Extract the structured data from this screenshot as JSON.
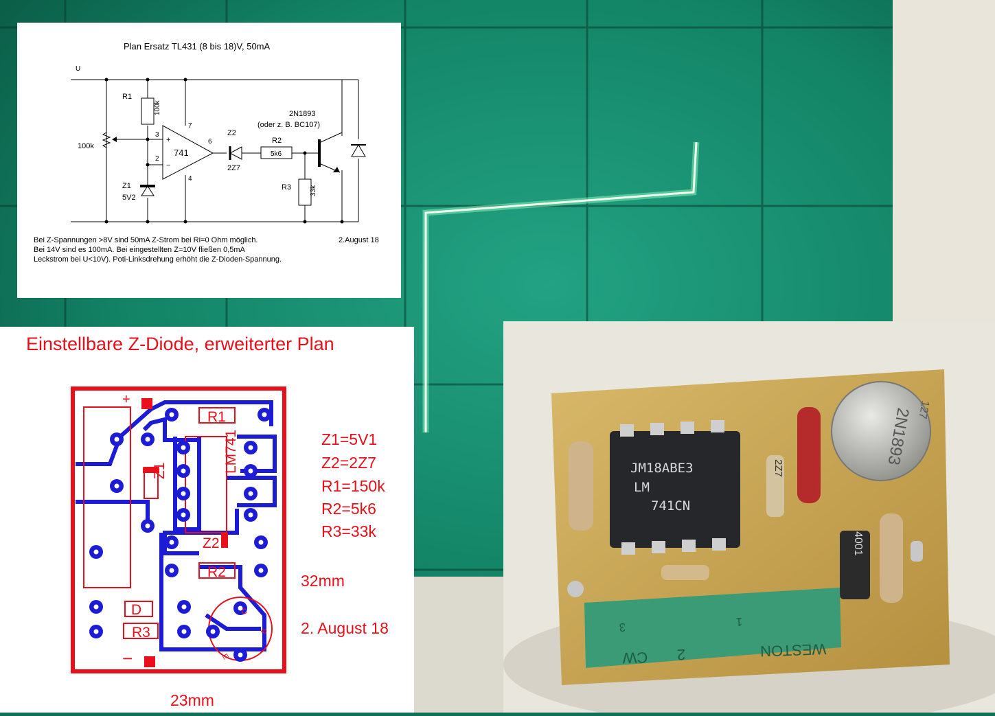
{
  "schematic": {
    "title": "Plan Ersatz TL431 (8 bis 18)V, 50mA",
    "labels": {
      "u": "U",
      "r1": "R1",
      "r1_value": "100k",
      "pot_value": "100k",
      "pin3": "3",
      "pin2": "2",
      "pin7": "7",
      "pin6": "6",
      "pin4": "4",
      "plus": "+",
      "minus": "−",
      "opamp": "741",
      "z1": "Z1",
      "z1_value": "5V2",
      "z2": "Z2",
      "z2_value": "2Z7",
      "r2": "R2",
      "r2_value": "5k6",
      "r3": "R3",
      "r3_value": "33k",
      "transistor": "2N1893",
      "transistor_alt": "(oder z. B. BC107)"
    },
    "notes": [
      "Bei Z-Spannungen >8V sind 50mA Z-Strom  bei Ri=0 Ohm möglich.",
      "Bei 14V sind es 100mA. Bei eingestellten Z=10V fließen 0,5mA",
      "Leckstrom bei  U<10V). Poti-Linksdrehung erhöht die Z-Dioden-Spannung."
    ],
    "date": "2.August 18"
  },
  "pcb": {
    "title": "Einstellbare Z-Diode, erweiterter Plan",
    "parts": {
      "r1": "R1",
      "r2": "R2",
      "r3": "R3",
      "z1": "Z1",
      "z2": "Z2",
      "d": "D",
      "ic": "LM741",
      "c": "C",
      "b": "B",
      "e": "E",
      "plus": "+",
      "minus": "−"
    },
    "values": [
      "Z1=5V1",
      "Z2=2Z7",
      "R1=150k",
      "R2=5k6",
      "R3=33k"
    ],
    "height_dim": "32mm",
    "width_dim": "23mm",
    "date": "2. August 18"
  },
  "photo": {
    "ic_line1": "JM18ABE3",
    "ic_line2": "LM",
    "ic_line3": "741CN",
    "transistor_line1": "2N1893",
    "transistor_line2": "127",
    "diode_z2": "2Z7",
    "diode_d": "4001",
    "trimmer_brand": "WESTON",
    "trimmer_cw": "CW",
    "trimmer_pin2": "2",
    "trimmer_pin1": "1",
    "trimmer_pin3": "3"
  },
  "colors": {
    "pcb_red": "#e8101a",
    "pcb_blue": "#1c1cd6",
    "scope_bg": "#0f6f57",
    "scope_trace": "#d8ffd8",
    "board": "#c9a85d",
    "trimmer": "#3a9b76"
  }
}
